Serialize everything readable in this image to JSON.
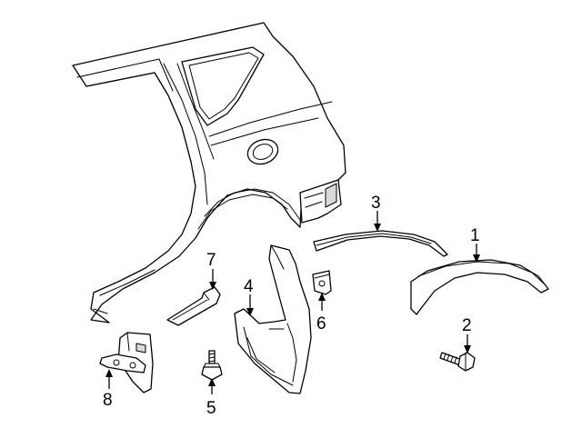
{
  "callouts": [
    {
      "id": "1",
      "label": "1",
      "part": "wheel-opening-molding"
    },
    {
      "id": "2",
      "label": "2",
      "part": "molding-bolt"
    },
    {
      "id": "3",
      "label": "3",
      "part": "upper-molding-strip"
    },
    {
      "id": "4",
      "label": "4",
      "part": "mud-flap"
    },
    {
      "id": "5",
      "label": "5",
      "part": "mud-flap-screw"
    },
    {
      "id": "6",
      "label": "6",
      "part": "retainer-clip"
    },
    {
      "id": "7",
      "label": "7",
      "part": "rocker-molding-piece"
    },
    {
      "id": "8",
      "label": "8",
      "part": "mud-flap-bracket"
    }
  ],
  "colors": {
    "line": "#000000",
    "background": "#ffffff",
    "shade": "#d9d9d9"
  }
}
